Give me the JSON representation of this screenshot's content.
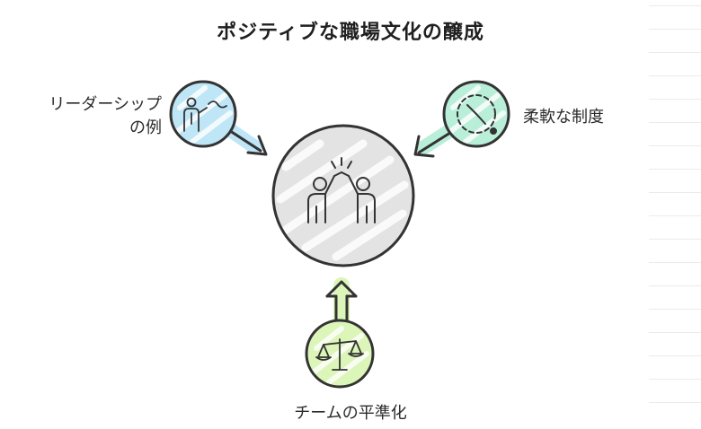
{
  "title": "ポジティブな職場文化の醸成",
  "nodes": {
    "leadership": {
      "label_line1": "リーダーシップ",
      "label_line2": "の例",
      "color": "#bfe6f7"
    },
    "flex": {
      "label": "柔軟な制度",
      "color": "#b9efd9"
    },
    "team": {
      "label": "チームの平準化",
      "color": "#dcf5b8"
    },
    "center": {
      "color": "#e3e3e3"
    }
  },
  "icons": {
    "center": "high-five-icon",
    "leadership": "presenter-icon",
    "flex": "clock-icon",
    "team": "balance-scale-icon"
  },
  "colors": {
    "stroke": "#333333"
  }
}
